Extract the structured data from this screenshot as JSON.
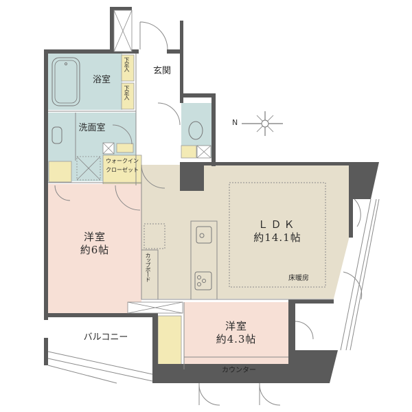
{
  "colors": {
    "wall": "#5a5a5a",
    "wet_area": "#c9dedd",
    "ldk": "#e6dfcc",
    "western_room": "#f7e0d6",
    "storage": "#f3eab5",
    "exterior": "#ffffff",
    "line": "#8a8a8a"
  },
  "rooms": {
    "bathroom": {
      "label": "浴室"
    },
    "entrance": {
      "label": "玄関"
    },
    "shoe_storage_1": {
      "label": "下足入"
    },
    "shoe_storage_2": {
      "label": "下足入"
    },
    "washroom": {
      "label": "洗面室"
    },
    "walk_in_closet": {
      "line1": "ウォークイン",
      "line2": "クローゼット"
    },
    "western_room_1": {
      "name": "洋室",
      "size": "約6帖"
    },
    "ldk": {
      "name": "ＬＤＫ",
      "size": "約14.1帖",
      "floor_heating": "床暖房"
    },
    "cupboard": {
      "label": "カップボード"
    },
    "western_room_2": {
      "name": "洋室",
      "size": "約4.3帖"
    },
    "counter": {
      "label": "カウンター"
    },
    "balcony": {
      "label": "バルコニー"
    }
  },
  "compass": {
    "north_label": "N"
  }
}
